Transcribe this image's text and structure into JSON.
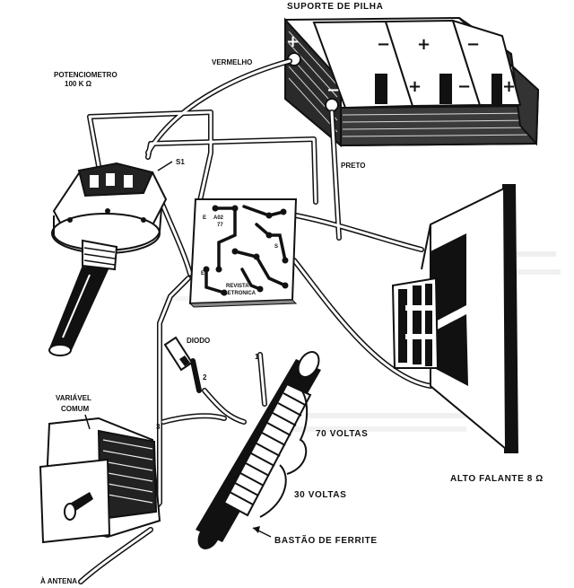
{
  "labels": {
    "battery_holder": "SUPORTE DE PILHA",
    "potentiometer": "POTENCIOMETRO",
    "potentiometer_value": "100 K Ω",
    "red_wire": "VERMELHO",
    "black_wire": "PRETO",
    "switch": "S1",
    "diode": "DIODO",
    "variable_capacitor_line1": "VARIÁVEL",
    "variable_capacitor_line2": "COMUM",
    "turns_70": "70 VOLTAS",
    "turns_30": "30 VOLTAS",
    "ferrite_rod": "BASTÃO DE FERRITE",
    "speaker": "ALTO FALANTE 8 Ω",
    "antenna": "À ANTENA",
    "terminal_1": "1",
    "terminal_2": "2",
    "terminal_3": "3",
    "pcb_e_top": "E",
    "pcb_code": "A02",
    "pcb_number": "77",
    "pcb_e_bottom": "E",
    "pcb_s": "S",
    "pcb_brand_line1": "REVISTA",
    "pcb_brand_line2": "ELETRONICA"
  },
  "battery_signs": {
    "cell1_top": "−",
    "cell2_top": "+",
    "cell3_top": "−",
    "cell1_bottom": "+",
    "cell2_bottom": "−",
    "cell3_bottom": "+",
    "terminal_pos": "+",
    "terminal_neg": "−"
  }
}
